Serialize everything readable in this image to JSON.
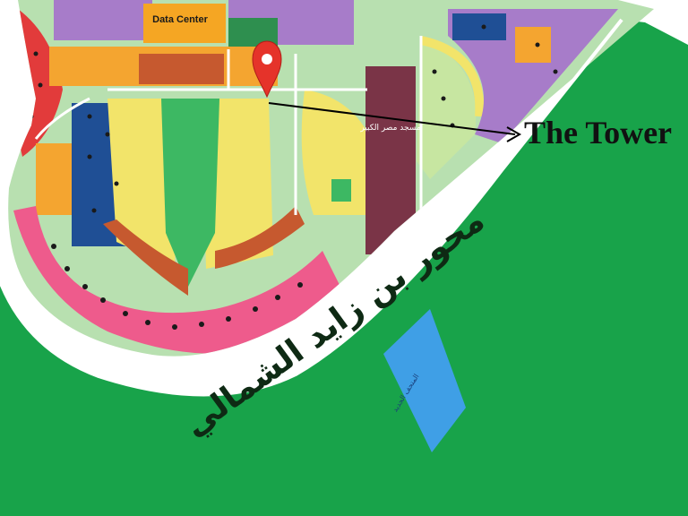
{
  "map": {
    "labels": {
      "data_center": "Data Center",
      "the_tower": "The Tower",
      "road_name": "محور بن زايد الشمالي",
      "mosque": "مسجد مصر الكبير",
      "museum": "المتحف الجديد"
    },
    "colors": {
      "green_belt": "#18a34a",
      "park_green": "#3db863",
      "residential_pink": "#ee5b8c",
      "residential_orange": "#f4a530",
      "residential_yellow": "#f2e46a",
      "residential_purple": "#a77cc9",
      "residential_blue": "#1f4f95",
      "residential_red": "#e23b3b",
      "block_brown": "#c6592f",
      "mosque_maroon": "#7a3447",
      "museum_blue": "#3f9fe6",
      "data_center_orange": "#f5a623",
      "pin_red": "#e5332a"
    },
    "icons": [
      "location-pin-icon",
      "arrow-pointer-icon"
    ]
  }
}
